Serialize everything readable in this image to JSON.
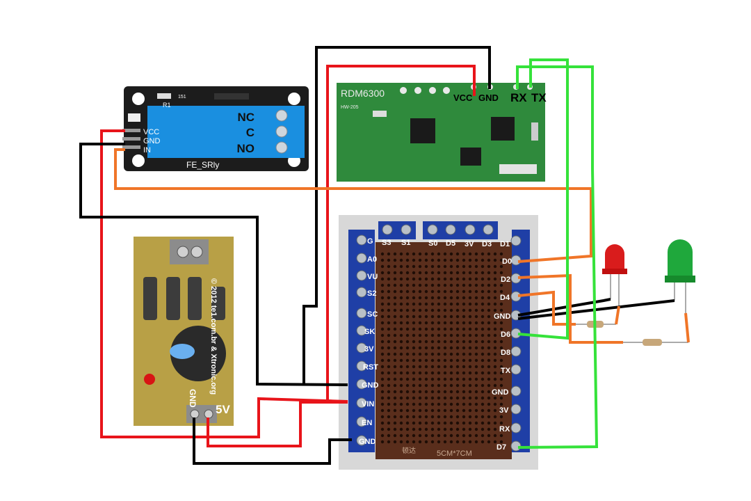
{
  "relay": {
    "code": "FE_SRly",
    "terminals": [
      "NC",
      "C",
      "NO"
    ],
    "pins": [
      "VCC",
      "GND",
      "IN"
    ],
    "r_label": "R1",
    "small_label": "151"
  },
  "rfid": {
    "name": "RDM6300",
    "sub": "HW-205",
    "pin_labels": {
      "vcc": "VCC",
      "gnd": "GND",
      "rx": "RX",
      "tx": "TX"
    }
  },
  "psu": {
    "copyright": "© 2012 te1.com.br & Xtronic.org",
    "gnd_label": "GND",
    "v_label": "5V"
  },
  "shield": {
    "top_labels": [
      "S3",
      "S1",
      "S0",
      "D5",
      "3V",
      "D3",
      "D1"
    ],
    "left_labels": [
      "G",
      "A0",
      "VU",
      "S2",
      "SC",
      "SK",
      "3V",
      "RST",
      "GND",
      "VIN",
      "EN",
      "GND"
    ],
    "right_labels": [
      "D0",
      "D2",
      "D4",
      "GND",
      "D6",
      "D8",
      "TX",
      "GND",
      "3V",
      "RX",
      "D7"
    ],
    "size_label": "5CM*7CM",
    "maker_label": "顿达"
  },
  "colors": {
    "wire_red": "#e8141a",
    "wire_black": "#000000",
    "wire_green": "#35e23a",
    "wire_orange": "#f07528",
    "relay_board": "#1c1c1c",
    "relay_blue": "#1a8fe0",
    "rfid_pcb": "#2f8a3c",
    "psu_pcb": "#b8a046",
    "terminal_blue": "#1f3fa6"
  }
}
